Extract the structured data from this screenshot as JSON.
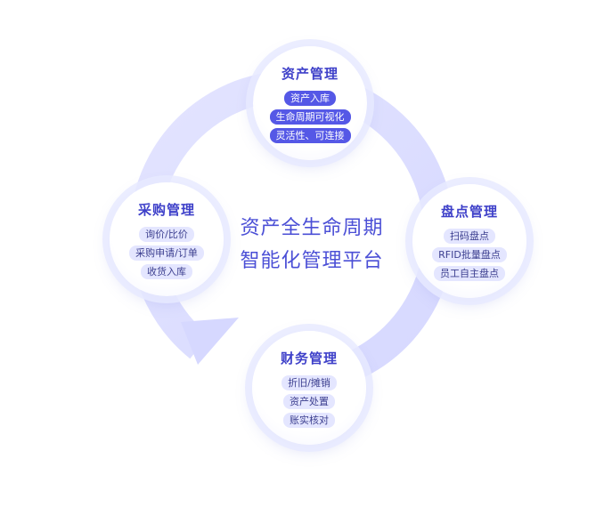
{
  "center": {
    "line1": "资产全生命周期",
    "line2": "智能化管理平台"
  },
  "nodes": {
    "asset_management": {
      "title": "资产管理",
      "items": [
        "资产入库",
        "生命周期可视化",
        "灵活性、可连接"
      ]
    },
    "inventory": {
      "title": "盘点管理",
      "items": [
        "扫码盘点",
        "RFID批量盘点",
        "员工自主盘点"
      ]
    },
    "finance": {
      "title": "财务管理",
      "items": [
        "折旧/摊销",
        "资产处置",
        "账实核对"
      ]
    },
    "procurement": {
      "title": "采购管理",
      "items": [
        "询价/比价",
        "采购申请/订单",
        "收货入库"
      ]
    }
  },
  "colors": {
    "ring": "#DCDDFF",
    "title": "#3E40C9",
    "pill_dark": "#5558E6",
    "pill_light": "#E4E6FF"
  }
}
